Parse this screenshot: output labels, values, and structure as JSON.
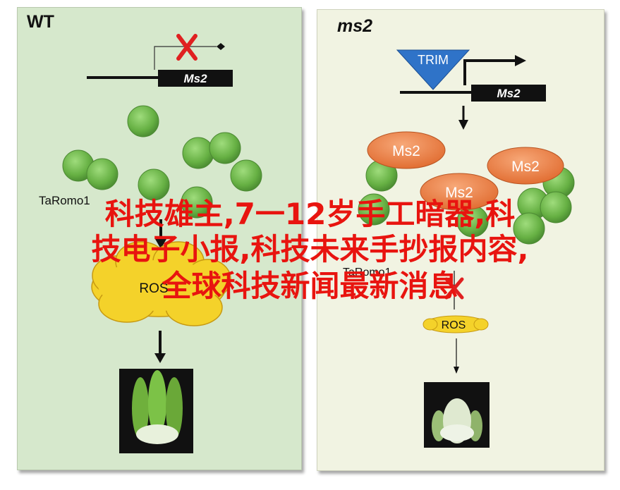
{
  "panels": {
    "left": {
      "title": "WT",
      "bg": "#d6e8cc",
      "gene_label": "Ms2",
      "ta_label": "TaRomo1",
      "ros_label": "ROS"
    },
    "right": {
      "title": "ms2",
      "bg": "#f1f3e2",
      "trim_label": "TRIM",
      "gene_label": "Ms2",
      "protein_labels": [
        "Ms2",
        "Ms2",
        "Ms2"
      ],
      "ta_label": "TaRomo1",
      "ros_label": "ROS"
    }
  },
  "overlay": {
    "lines": [
      "科技雄主,7一12岁手工暗器,科",
      "技电子小报,科技未来手抄报内容,",
      "全球科技新闻最新消息"
    ],
    "color": "#e8140f"
  },
  "colors": {
    "green_ball": "#6cb54a",
    "orange_protein": "#ea8046",
    "ros_cloud": "#f4d22a",
    "trim_blue": "#2f73c8",
    "x_red": "#e02020"
  }
}
